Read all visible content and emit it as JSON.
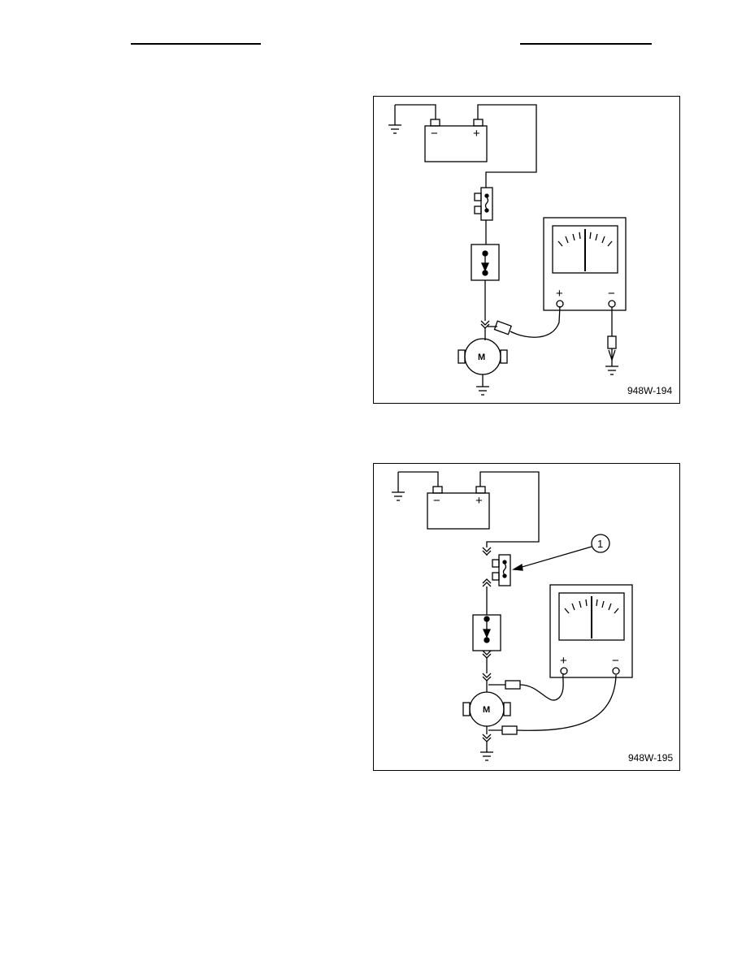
{
  "page": {
    "header_rules": [
      "left",
      "right"
    ]
  },
  "figures": [
    {
      "id": "fig-194",
      "code": "948W-194",
      "motor_label": "M",
      "meter_plus": "+",
      "meter_minus": "−",
      "battery_minus": "−",
      "battery_plus": "+"
    },
    {
      "id": "fig-195",
      "code": "948W-195",
      "callout": "1",
      "motor_label": "M",
      "meter_plus": "+",
      "meter_minus": "−",
      "battery_minus": "−",
      "battery_plus": "+"
    }
  ]
}
